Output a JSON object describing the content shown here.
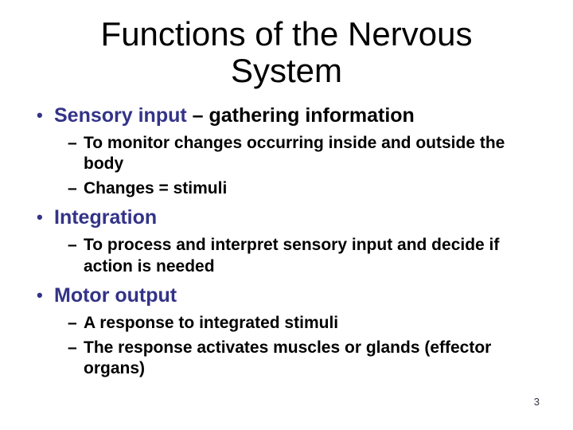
{
  "slide": {
    "title_lines": [
      "Functions of the Nervous",
      "System"
    ],
    "markers": {
      "level1": "•",
      "level2": "–"
    },
    "bullets": [
      {
        "heading": "Sensory input",
        "suffix": " – gathering information",
        "subitems": [
          "To monitor changes occurring inside and outside the body",
          "Changes = stimuli"
        ]
      },
      {
        "heading": "Integration",
        "suffix": "",
        "subitems": [
          "To process and interpret sensory input and decide if action is needed"
        ]
      },
      {
        "heading": "Motor output",
        "suffix": "",
        "subitems": [
          "A response to integrated stimuli",
          "The response activates muscles or glands (effector organs)"
        ]
      }
    ],
    "page_number": "3",
    "colors": {
      "heading": "#333388",
      "body": "#000000",
      "title": "#000000",
      "background": "#ffffff"
    }
  }
}
